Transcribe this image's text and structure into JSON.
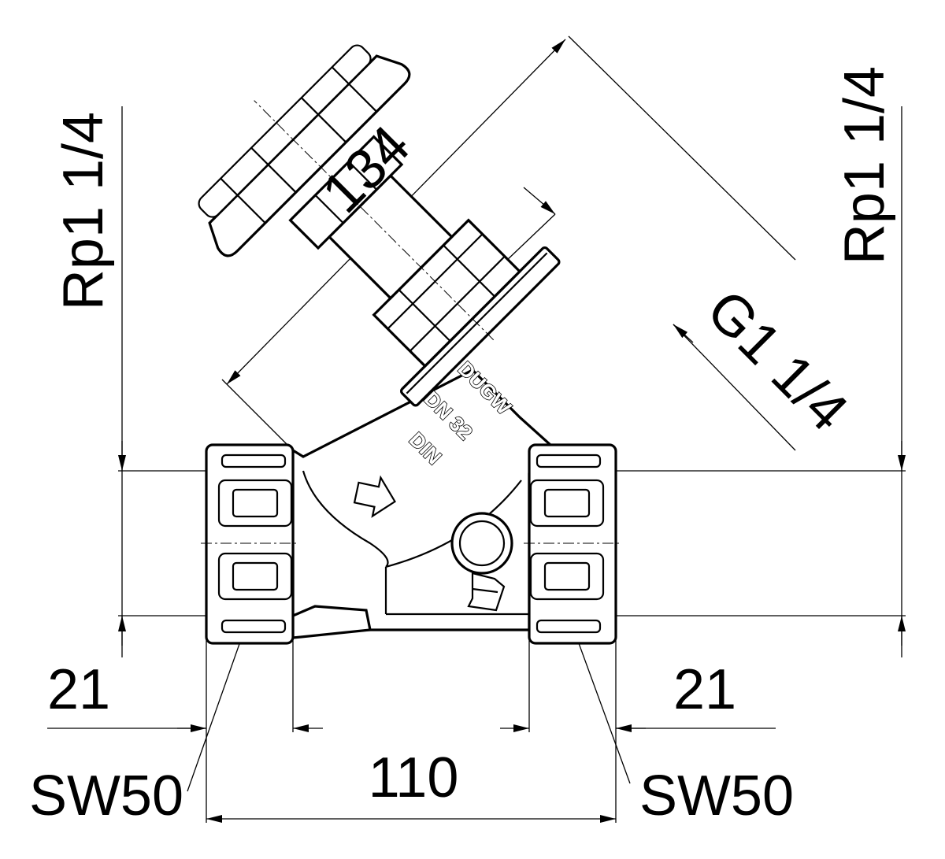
{
  "dimensions": {
    "overall_length": "110",
    "diagonal_length": "134",
    "left_thread_depth": "21",
    "right_thread_depth": "21",
    "left_wrench_size": "SW50",
    "right_wrench_size": "SW50",
    "left_connection": "Rp1 1/4",
    "right_connection": "Rp1 1/4",
    "bonnet_thread": "G1 1/4"
  },
  "body_markings": {
    "brand": "DUGW",
    "nominal_size": "DN 32",
    "standard": "DIN"
  },
  "colors": {
    "line": "#000000",
    "background": "#ffffff"
  }
}
